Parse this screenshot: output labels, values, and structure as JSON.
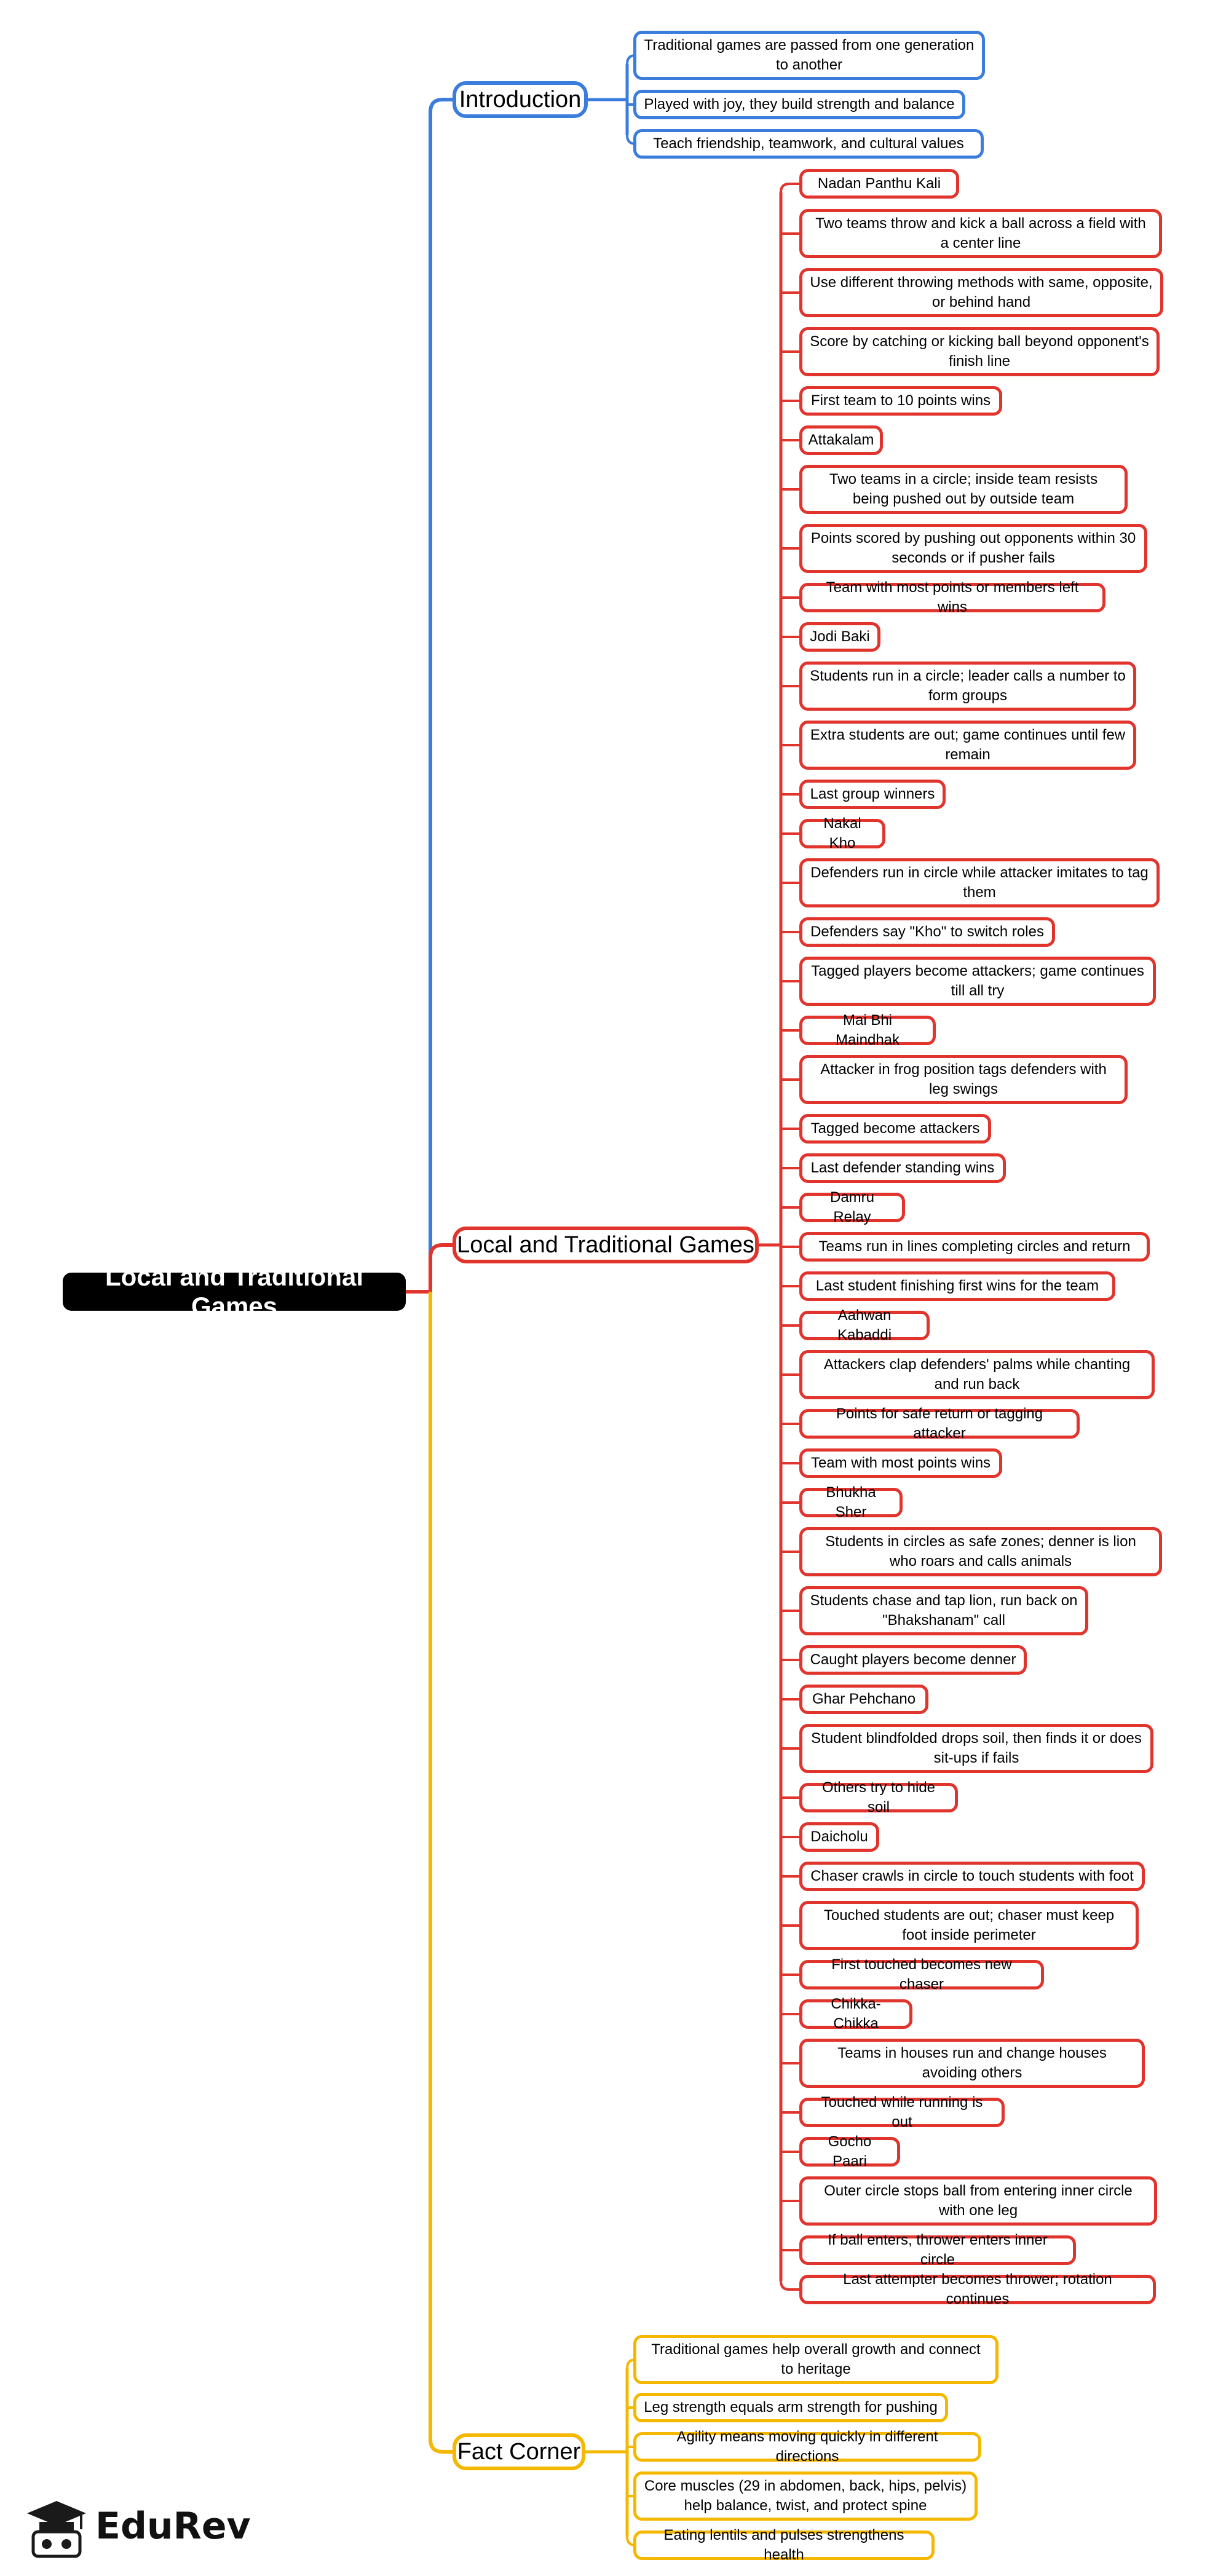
{
  "root": {
    "label": "Local and Traditional Games"
  },
  "colors": {
    "intro": "#3b7ddd",
    "games": "#e0342d",
    "facts": "#f5b800"
  },
  "branches": {
    "introduction": {
      "label": "Introduction",
      "items": [
        "Traditional games are passed from one generation to another",
        "Played with joy, they build strength and balance",
        "Teach friendship, teamwork, and cultural values"
      ]
    },
    "games": {
      "label": "Local and Traditional Games",
      "items": [
        "Nadan Panthu Kali",
        "Two teams throw and kick a ball across a field with a center line",
        "Use different throwing methods with same, opposite, or behind hand",
        "Score by catching or kicking ball beyond opponent's finish line",
        "First team to 10 points wins",
        "Attakalam",
        "Two teams in a circle; inside team resists being pushed out by outside team",
        "Points scored by pushing out opponents within 30 seconds or if pusher fails",
        "Team with most points or members left wins",
        "Jodi Baki",
        "Students run in a circle; leader calls a number to form groups",
        "Extra students are out; game continues until few remain",
        "Last group winners",
        "Nakal Kho",
        "Defenders run in circle while attacker imitates to tag them",
        "Defenders say \"Kho\" to switch roles",
        "Tagged players become attackers; game continues till all try",
        "Mai Bhi Maindhak",
        "Attacker in frog position tags defenders with leg swings",
        "Tagged become attackers",
        "Last defender standing wins",
        "Damru Relay",
        "Teams run in lines completing circles and return",
        "Last student finishing first wins for the team",
        "Aahwan Kabaddi",
        "Attackers clap defenders' palms while chanting and run back",
        "Points for safe return or tagging attacker",
        "Team with most points wins",
        "Bhukha Sher",
        "Students in circles as safe zones; denner is lion who roars and calls animals",
        "Students chase and tap lion, run back on \"Bhakshanam\" call",
        "Caught players become denner",
        "Ghar Pehchano",
        "Student blindfolded drops soil, then finds it or does sit-ups if fails",
        "Others try to hide soil",
        "Daicholu",
        "Chaser crawls in circle to touch students with foot",
        "Touched students are out; chaser must keep foot inside perimeter",
        "First touched becomes new chaser",
        "Chikka-Chikka",
        "Teams in houses run and change houses avoiding others",
        "Touched while running is out",
        "Gocho Paari",
        "Outer circle stops ball from entering inner circle with one leg",
        "If ball enters, thrower enters inner circle",
        "Last attempter becomes thrower; rotation continues"
      ]
    },
    "facts": {
      "label": "Fact Corner",
      "items": [
        "Traditional games help overall growth and connect to heritage",
        "Leg strength equals arm strength for pushing",
        "Agility means moving quickly in different directions",
        "Core muscles (29 in abdomen, back, hips, pelvis) help balance, twist, and protect spine",
        "Eating lentils and pulses strengthens health"
      ]
    }
  },
  "logo": {
    "text": "EduRev",
    "icon": "graduation-cap-icon"
  }
}
